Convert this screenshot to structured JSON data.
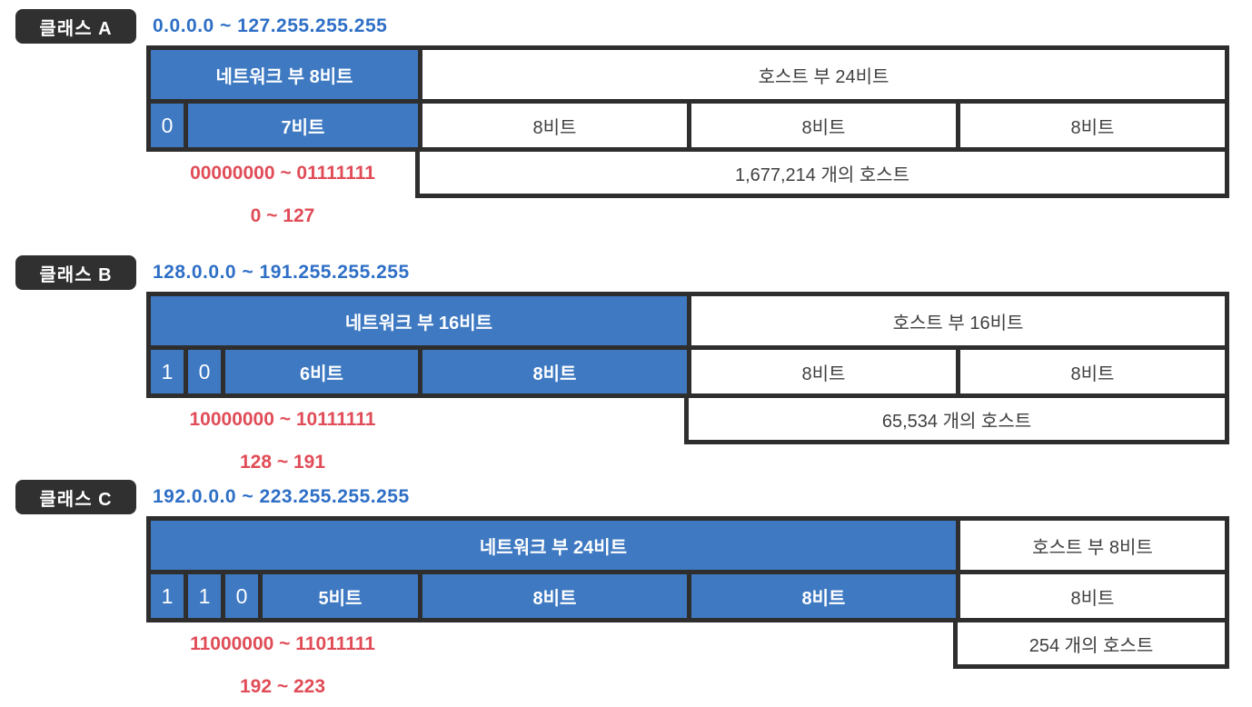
{
  "colors": {
    "blue_fill": "#3e79c2",
    "border_dark": "#2e2e2e",
    "badge_bg": "#303030",
    "ip_text_blue": "#2e6fc6",
    "range_text_red": "#e04c57",
    "cell_text_dark": "#3f3f3f"
  },
  "classes": [
    {
      "badge": "클래스 A",
      "ip_range": "0.0.0.0 ~ 127.255.255.255",
      "network_label": "네트워크 부 8비트",
      "host_label": "호스트 부 24비트",
      "leading_bits": [
        "0"
      ],
      "network_bits_label": "7비트",
      "network_octet_labels": [],
      "host_octet_labels": [
        "8비트",
        "8비트",
        "8비트"
      ],
      "host_count": "1,677,214 개의 호스트",
      "binary_range": "00000000 ~ 01111111",
      "decimal_range": "0 ~ 127"
    },
    {
      "badge": "클래스 B",
      "ip_range": "128.0.0.0 ~ 191.255.255.255",
      "network_label": "네트워크 부 16비트",
      "host_label": "호스트 부 16비트",
      "leading_bits": [
        "1",
        "0"
      ],
      "network_bits_label": "6비트",
      "network_octet_labels": [
        "8비트"
      ],
      "host_octet_labels": [
        "8비트",
        "8비트"
      ],
      "host_count": "65,534 개의 호스트",
      "binary_range": "10000000 ~ 10111111",
      "decimal_range": "128 ~ 191"
    },
    {
      "badge": "클래스 C",
      "ip_range": "192.0.0.0 ~ 223.255.255.255",
      "network_label": "네트워크 부 24비트",
      "host_label": "호스트 부 8비트",
      "leading_bits": [
        "1",
        "1",
        "0"
      ],
      "network_bits_label": "5비트",
      "network_octet_labels": [
        "8비트",
        "8비트"
      ],
      "host_octet_labels": [
        "8비트"
      ],
      "host_count": "254 개의 호스트",
      "binary_range": "11000000 ~ 11011111",
      "decimal_range": "192 ~ 223"
    }
  ]
}
